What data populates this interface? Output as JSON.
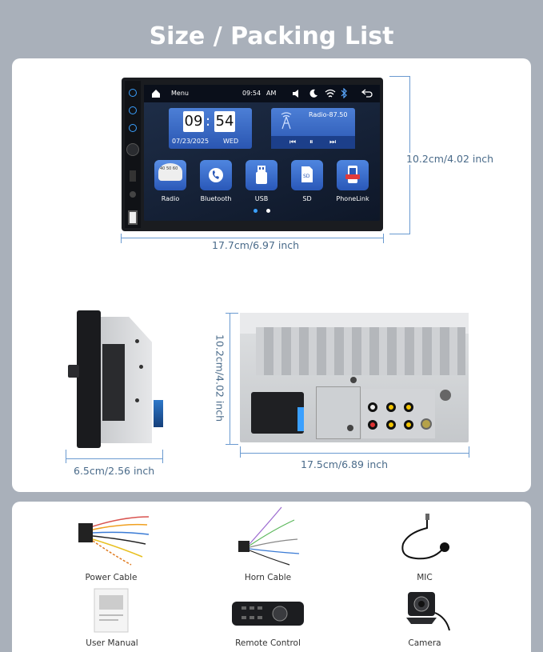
{
  "page_title": "Size / Packing List",
  "screen": {
    "menu_label": "Menu",
    "time": "09:54",
    "ampm": "AM",
    "clock_hour": "09",
    "clock_sep": ":",
    "clock_min": "54",
    "date": "07/23/2025",
    "weekday": "WED",
    "radio_station": "Radio-87.50",
    "apps": [
      {
        "label": "Radio"
      },
      {
        "label": "Bluetooth"
      },
      {
        "label": "USB"
      },
      {
        "label": "SD"
      },
      {
        "label": "PhoneLink"
      }
    ],
    "radio_dial": "40 50 60"
  },
  "dimensions": {
    "front_width": "17.7cm/6.97 inch",
    "front_height": "10.2cm/4.02 inch",
    "side_depth": "6.5cm/2.56 inch",
    "back_height": "10.2cm/4.02 inch",
    "back_width": "17.5cm/6.89 inch"
  },
  "packing_list": [
    {
      "label": "Power Cable"
    },
    {
      "label": "Horn Cable"
    },
    {
      "label": "MIC"
    },
    {
      "label": "User Manual"
    },
    {
      "label": "Remote Control"
    },
    {
      "label": "Camera"
    }
  ],
  "colors": {
    "background": "#a9b0ba",
    "dimension_line": "#6a9ad0",
    "dimension_text": "#4a6b8a",
    "app_blue": "#3a6fd0"
  }
}
